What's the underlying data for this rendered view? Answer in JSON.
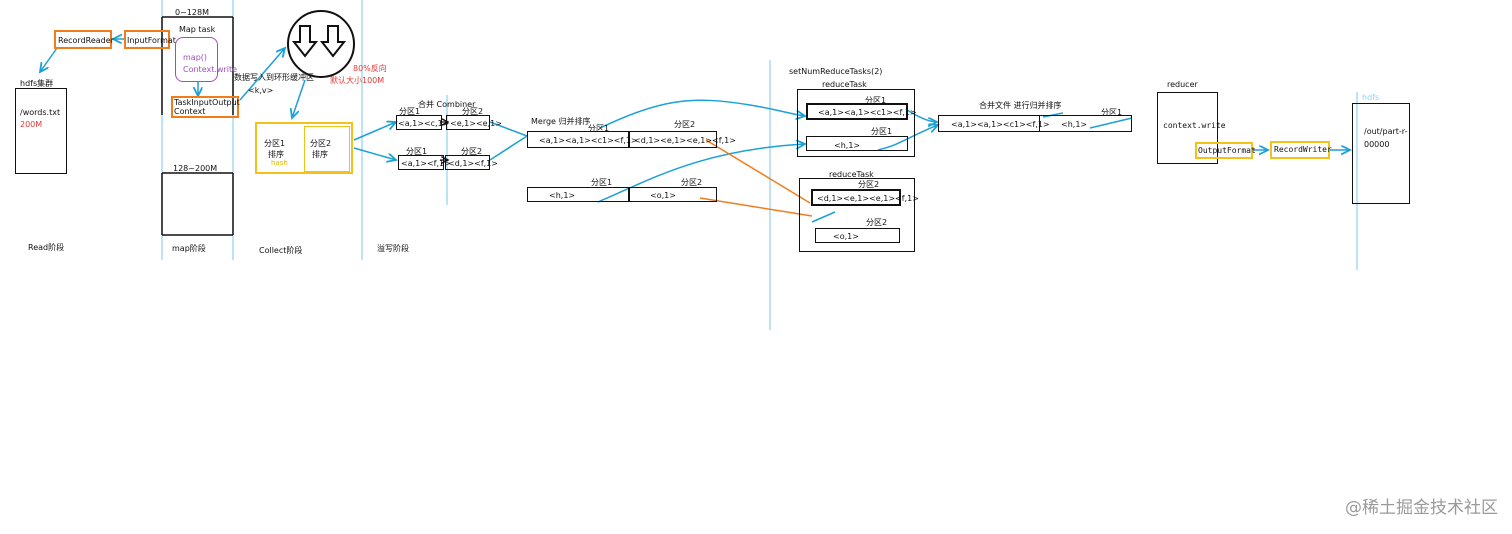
{
  "stages": {
    "read": "Read阶段",
    "map": "map阶段",
    "collect": "Collect阶段",
    "spill": "溢写阶段"
  },
  "hdfs": {
    "cluster_label": "hdfs集群",
    "file": "/words.txt",
    "size": "200M"
  },
  "read": {
    "record_reader": "RecordReader",
    "input_format": "InputFormat"
  },
  "map": {
    "split1": "0~128M",
    "map_task": "Map task",
    "map_fn": "map()",
    "context_write": "Context.write",
    "task_ctx": "TaskInputOutput\nContext",
    "split2": "128~200M"
  },
  "buffer": {
    "write_label": "数据写入到环形缓冲区",
    "kv": "<k,v>",
    "pct": "80%反向",
    "default_size": "默认大小100M"
  },
  "collect": {
    "p1": "分区1",
    "p1_sort": "排序",
    "p1_extra": "hash",
    "p2": "分区2",
    "p2_sort": "排序"
  },
  "spill": {
    "combiner": "合并 Combiner",
    "r1_p1": "分区1",
    "r1_p2": "分区2",
    "r1_c1": "<a,1><c,1>",
    "r1_c2": "<e,1><e,1>",
    "r2_p1": "分区1",
    "r2_p2": "分区2",
    "r2_c1": "<a,1><f,1>",
    "r2_c2": "<d,1><f,1>"
  },
  "merge": {
    "label": "Merge 归并排序",
    "r1_p1": "分区1",
    "r1_p2": "分区2",
    "r1_c1": "<a,1><a,1><c1><f,1>",
    "r1_c2": "<d,1><e,1><e,1><f,1>",
    "r2_p1": "分区1",
    "r2_p2": "分区2",
    "r2_c1": "<h,1>",
    "r2_c2": "<o,1>"
  },
  "reduce": {
    "set_num": "setNumReduceTasks(2)",
    "task1": "reduceTask",
    "task1_p1": "分区1",
    "task1_row1": "<a,1><a,1><c1><f,1>",
    "task1_p1b": "分区1",
    "task1_row2": "<h,1>",
    "task2": "reduceTask",
    "task2_p": "分区2",
    "task2_row1": "<d,1><e,1><e,1><f,1>",
    "task2_p2": "分区2",
    "task2_row2": "<o,1>",
    "merge_files": "合并文件 进行归并排序",
    "merged_row": "<a,1><a,1><c1><f,1>",
    "merged_p": "分区1",
    "merged_h": "<h,1>"
  },
  "output": {
    "reducer": "reducer",
    "context_write": "context.write",
    "output_format": "OutputFormat",
    "record_writer": "RecordWriter",
    "hdfs_label": "hdfs",
    "path_line1": "/out/part-r-",
    "path_line2": "00000"
  },
  "watermark": "@稀土掘金技术社区"
}
